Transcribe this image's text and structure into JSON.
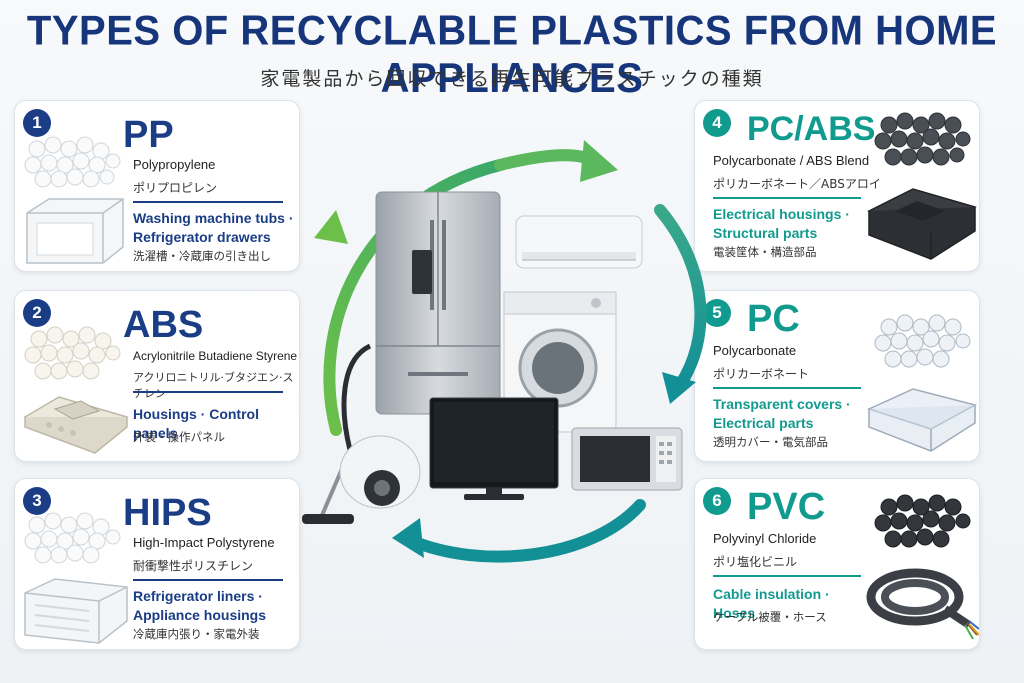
{
  "header": {
    "title": "TYPES OF RECYCLABLE PLASTICS FROM HOME APPLIANCES",
    "subtitle": "家電製品から回収できる再生可能プラスチックの種類"
  },
  "colors": {
    "navy": "#1a3d86",
    "teal": "#119a8e",
    "green": "#5cb85c"
  },
  "plastics": [
    {
      "number": "1",
      "code": "PP",
      "name_en": "Polypropylene",
      "name_jp": "ポリプロピレン",
      "uses": [
        "Washing machine tubs ·",
        "Refrigerator drawers"
      ],
      "uses_jp": "洗濯槽・冷蔵庫の引き出し"
    },
    {
      "number": "2",
      "code": "ABS",
      "name_en": "Acrylonitrile Butadiene Styrene",
      "name_jp": "アクリロニトリル·ブタジエン·スチレン",
      "uses": [
        "Housings · Control panels"
      ],
      "uses_jp": "外装・操作パネル"
    },
    {
      "number": "3",
      "code": "HIPS",
      "name_en": "High-Impact Polystyrene",
      "name_jp": "耐衝撃性ポリスチレン",
      "uses": [
        "Refrigerator liners ·",
        "Appliance housings"
      ],
      "uses_jp": "冷蔵庫内張り・家電外装"
    },
    {
      "number": "4",
      "code": "PC/ABS",
      "name_en": "Polycarbonate / ABS Blend",
      "name_jp": "ポリカーボネート／ABSアロイ",
      "uses": [
        "Electrical housings ·",
        "Structural parts"
      ],
      "uses_jp": "電装筐体・構造部品"
    },
    {
      "number": "5",
      "code": "PC",
      "name_en": "Polycarbonate",
      "name_jp": "ポリカーボネート",
      "uses": [
        "Transparent covers ·",
        "Electrical parts"
      ],
      "uses_jp": "透明カバー・電気部品"
    },
    {
      "number": "6",
      "code": "PVC",
      "name_en": "Polyvinyl Chloride",
      "name_jp": "ポリ塩化ビニル",
      "uses": [
        "Cable insulation · Hoses"
      ],
      "uses_jp": "ケーブル被覆・ホース"
    }
  ]
}
